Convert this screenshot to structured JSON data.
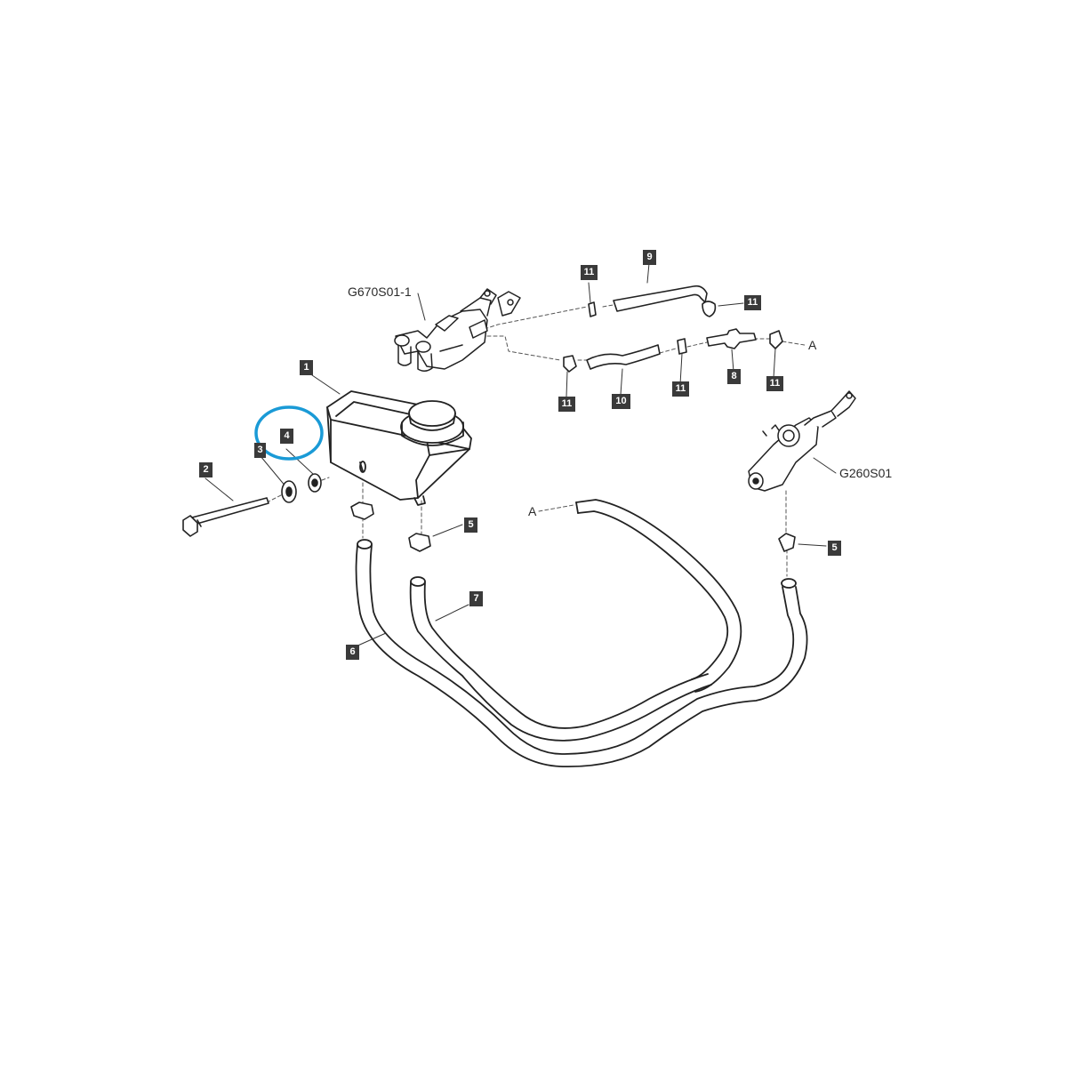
{
  "diagram": {
    "callouts": [
      {
        "id": "callout-1",
        "label": "1"
      },
      {
        "id": "callout-2",
        "label": "2"
      },
      {
        "id": "callout-3",
        "label": "3"
      },
      {
        "id": "callout-4",
        "label": "4"
      },
      {
        "id": "callout-5a",
        "label": "5"
      },
      {
        "id": "callout-5b",
        "label": "5"
      },
      {
        "id": "callout-6",
        "label": "6"
      },
      {
        "id": "callout-7",
        "label": "7"
      },
      {
        "id": "callout-8",
        "label": "8"
      },
      {
        "id": "callout-9",
        "label": "9"
      },
      {
        "id": "callout-10",
        "label": "10"
      },
      {
        "id": "callout-11a",
        "label": "11"
      },
      {
        "id": "callout-11b",
        "label": "11"
      },
      {
        "id": "callout-11c",
        "label": "11"
      },
      {
        "id": "callout-11d",
        "label": "11"
      },
      {
        "id": "callout-11e",
        "label": "11"
      }
    ],
    "references": {
      "master_cylinder": "G670S01-1",
      "slave_cylinder": "G260S01",
      "connector_a_right": "A",
      "connector_a_left": "A"
    },
    "highlight_color": "#1a9ad6"
  }
}
